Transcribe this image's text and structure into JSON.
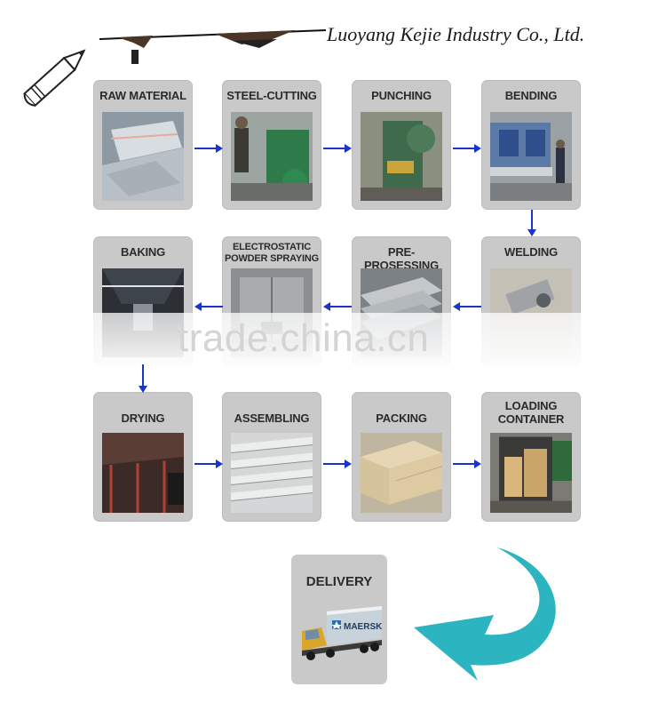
{
  "header": {
    "company": "Luoyang Kejie Industry Co., Ltd."
  },
  "steps": {
    "raw_material": "RAW MATERIAL",
    "steel_cutting": "STEEL-CUTTING",
    "punching": "PUNCHING",
    "bending": "BENDING",
    "welding": "WELDING",
    "pre_processing": "PRE-PROSESSING",
    "powder_line1": "ELECTROSTATIC",
    "powder_line2": "POWDER SPRAYING",
    "baking": "BAKING",
    "drying": "DRYING",
    "assembling": "ASSEMBLING",
    "packing": "PACKING",
    "loading_line1": "LOADING",
    "loading_line2": "CONTAINER",
    "delivery": "DELIVERY"
  },
  "truck": {
    "brand": "MAERSK"
  },
  "watermark": "trade.china.cn",
  "colors": {
    "card": "#c9c9c9",
    "arrow": "#1a33c8",
    "big_arrow": "#2cb5c0"
  }
}
